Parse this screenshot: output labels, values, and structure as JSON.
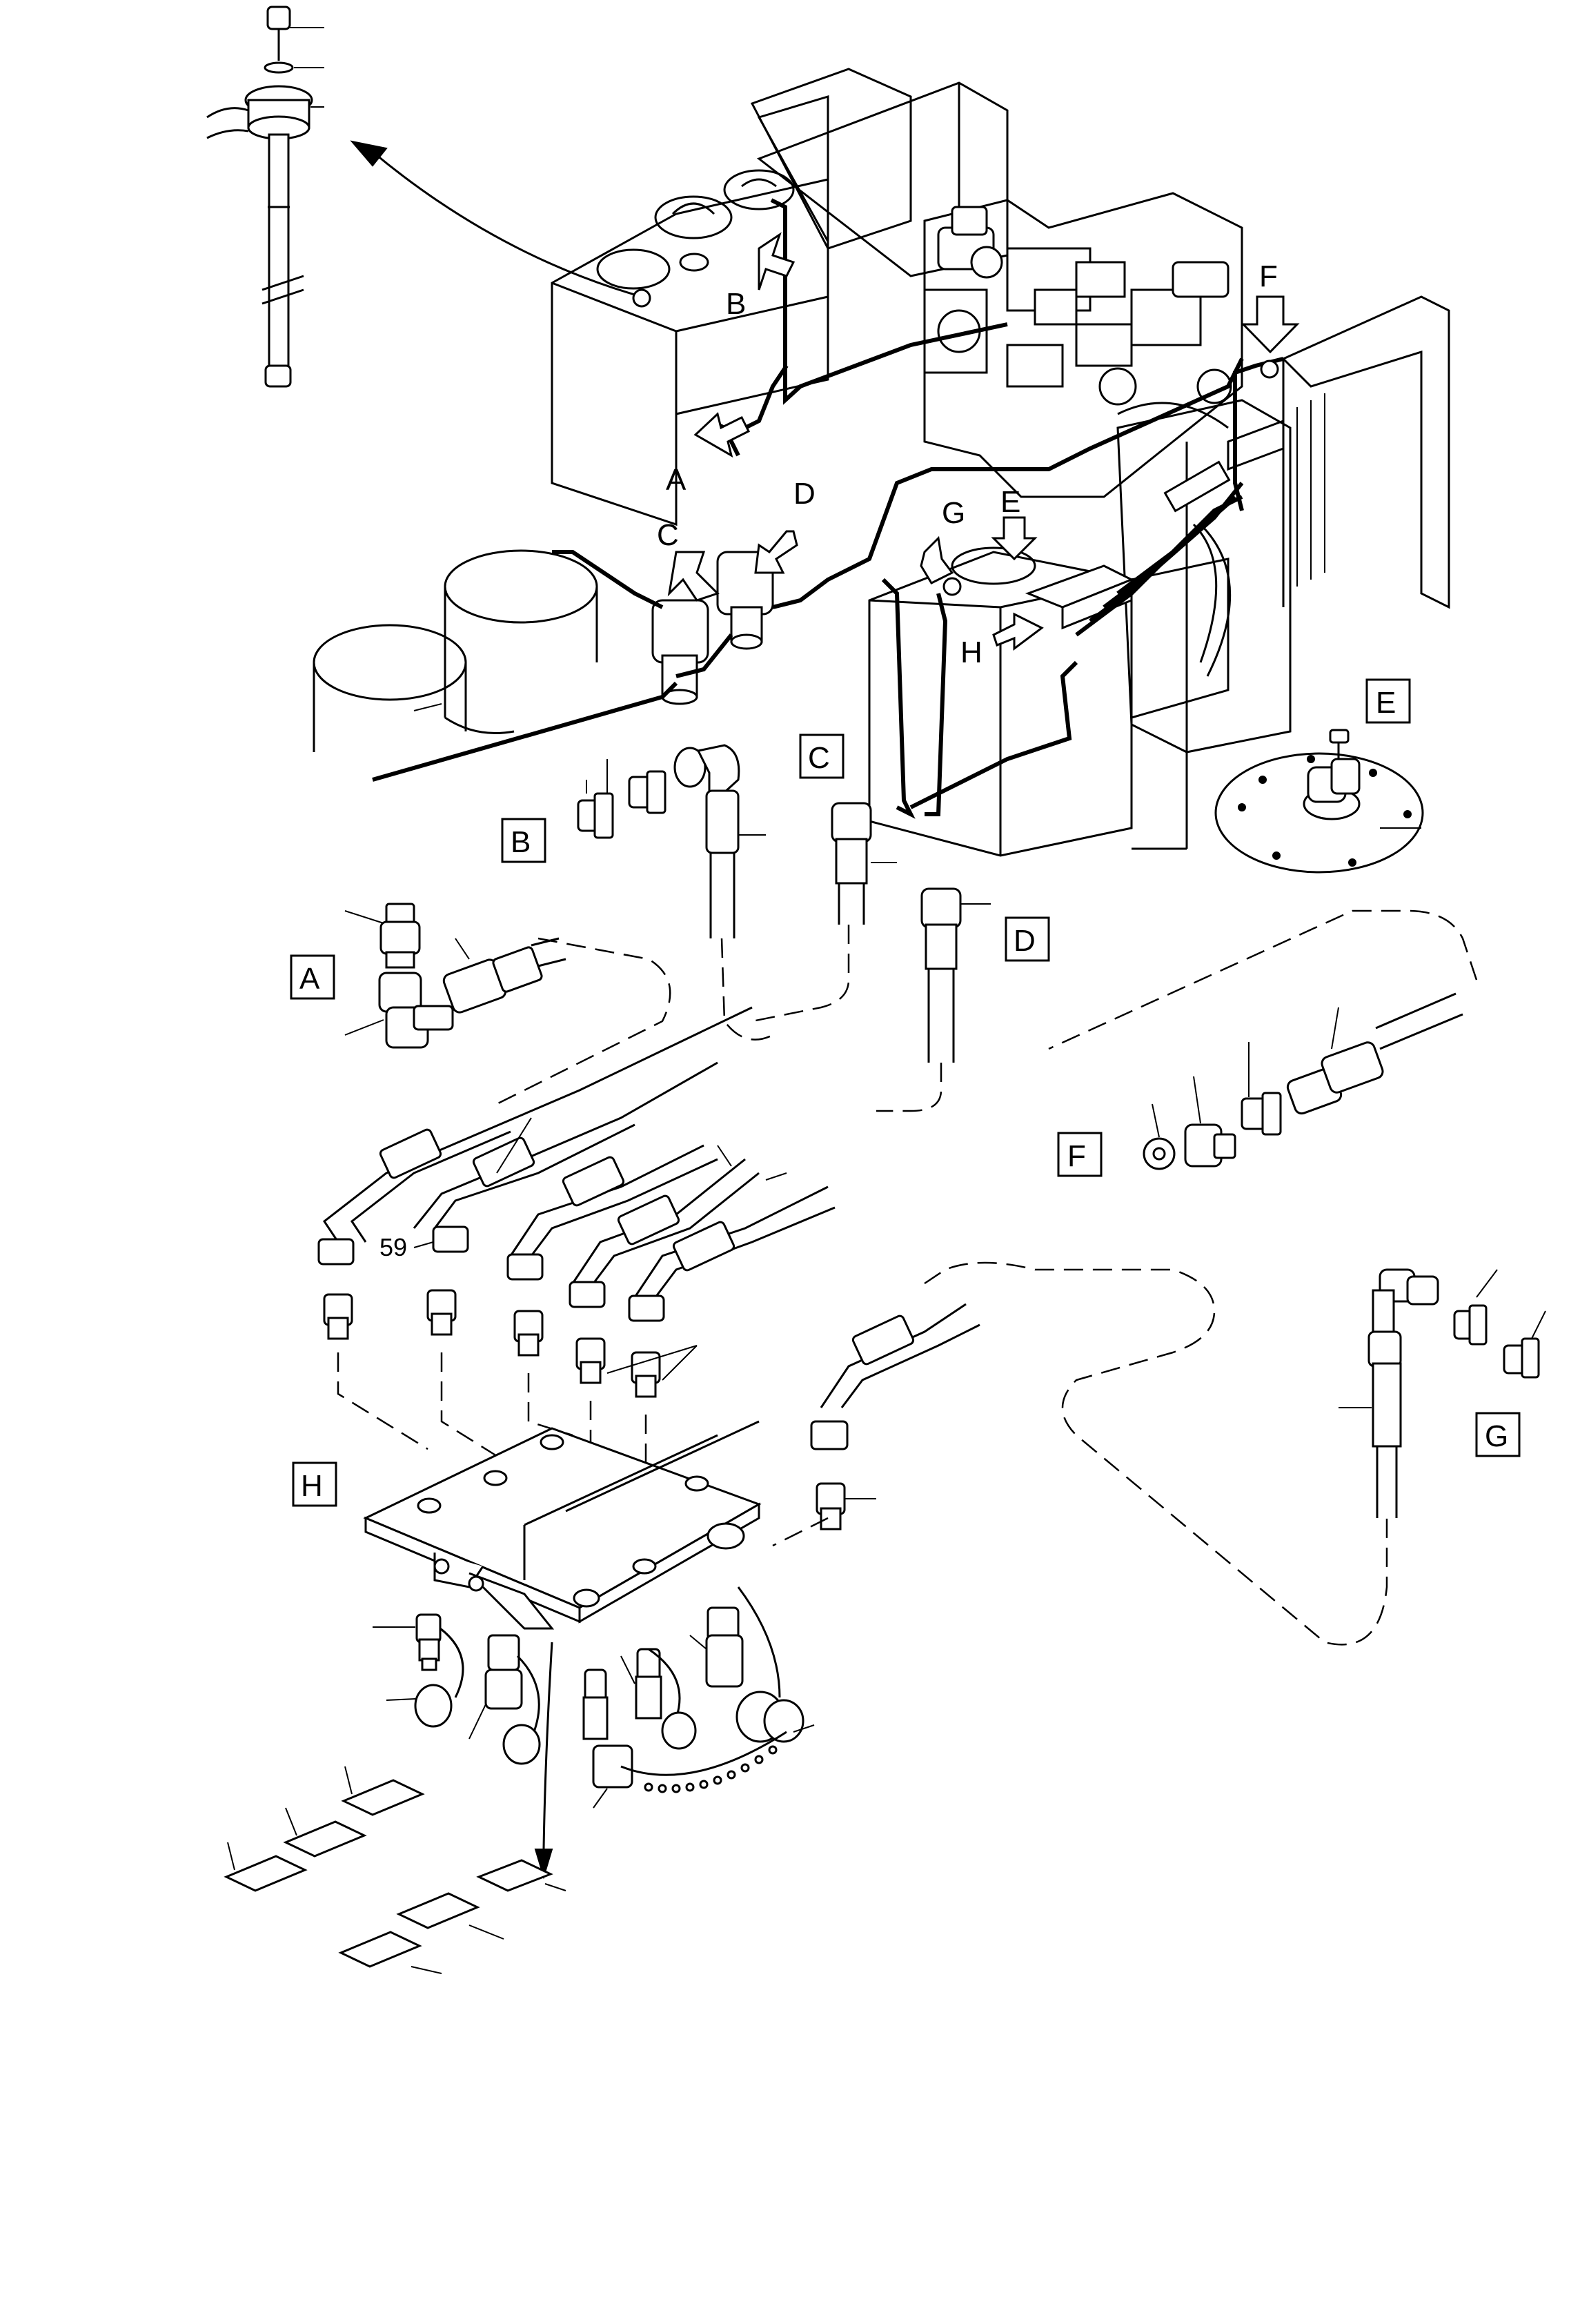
{
  "callouts": {
    "arrow_A": "A",
    "arrow_B": "B",
    "arrow_C": "C",
    "arrow_D": "D",
    "arrow_E": "E",
    "arrow_F": "F",
    "arrow_G": "G",
    "arrow_H": "H"
  },
  "detail_boxes": {
    "A": "A",
    "B": "B",
    "C": "C",
    "D": "D",
    "E": "E",
    "F": "F",
    "G": "G",
    "H": "H"
  },
  "part_numbers": {
    "fitting_59": "59"
  }
}
